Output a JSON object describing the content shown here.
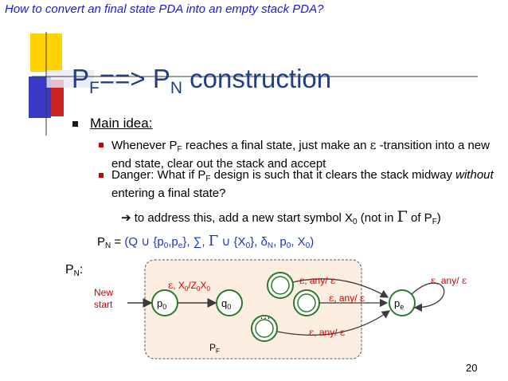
{
  "header": {
    "question": "How to convert an final state PDA into an empty stack PDA?"
  },
  "slide": {
    "title": {
      "p": "P",
      "f": "F",
      "arrow": "==> P",
      "n": "N",
      "rest": " construction"
    },
    "main_idea": "Main idea:",
    "bullets": [
      {
        "a": "Whenever P",
        "sub": "F",
        "b": " reaches a final state, just make an ",
        "eps": "ε",
        "c": " -transition into a new end state, clear out the stack and accept"
      },
      {
        "a": "Danger: What if P",
        "sub": "F",
        "b": " design is such that it clears the stack midway ",
        "em": "without",
        "c": " entering a final state?"
      }
    ],
    "fix": {
      "arrow": "➔",
      "a": " to address this, add a new start symbol X",
      "sub": "0",
      "b": " (not in ",
      "gamma": "Γ",
      "c": " of P",
      "sub2": "F",
      "d": ")"
    },
    "pn_def": {
      "lhs": "P",
      "lhs_sub": "N",
      "eq": " = ",
      "open": "(Q ∪ {p",
      "p0s": "0",
      "pe": ",p",
      "pes": "e",
      "close1": "}, ∑, ",
      "gamma": "Γ",
      "union": " ∪ {X",
      "x0s": "0",
      "close2": "}, ",
      "delta": "δ",
      "dsub": "N",
      "rest": ", p",
      "r0": "0",
      "rest2": ", X",
      "r2": "0",
      "end": ")"
    },
    "pn_label": {
      "p": "P",
      "sub": "N",
      "colon": ":"
    },
    "page_number": "20"
  },
  "diagram": {
    "new_start": [
      "New",
      "start"
    ],
    "p0": {
      "base": "p",
      "sub": "0"
    },
    "q0": {
      "base": "q",
      "sub": "0"
    },
    "pe": {
      "base": "p",
      "sub": "e"
    },
    "pf": {
      "base": "P",
      "sub": "F"
    },
    "ellipsis": "…",
    "t_start": {
      "eps": "ε",
      "a": ", X",
      "s1": "0",
      "b": "/Z",
      "s2": "0",
      "c": "X",
      "s3": "0"
    },
    "t_final": {
      "eps": "ε",
      "rest": ", any/ ",
      "eps2": "ε"
    },
    "t_loop": {
      "eps": "ε",
      "rest": ", any/ ",
      "eps2": "ε"
    },
    "colors": {
      "red": "#cc0000",
      "accent": "#1f3f86",
      "box_fill": "#fbeee0",
      "state_fill": "#ffffff"
    }
  }
}
